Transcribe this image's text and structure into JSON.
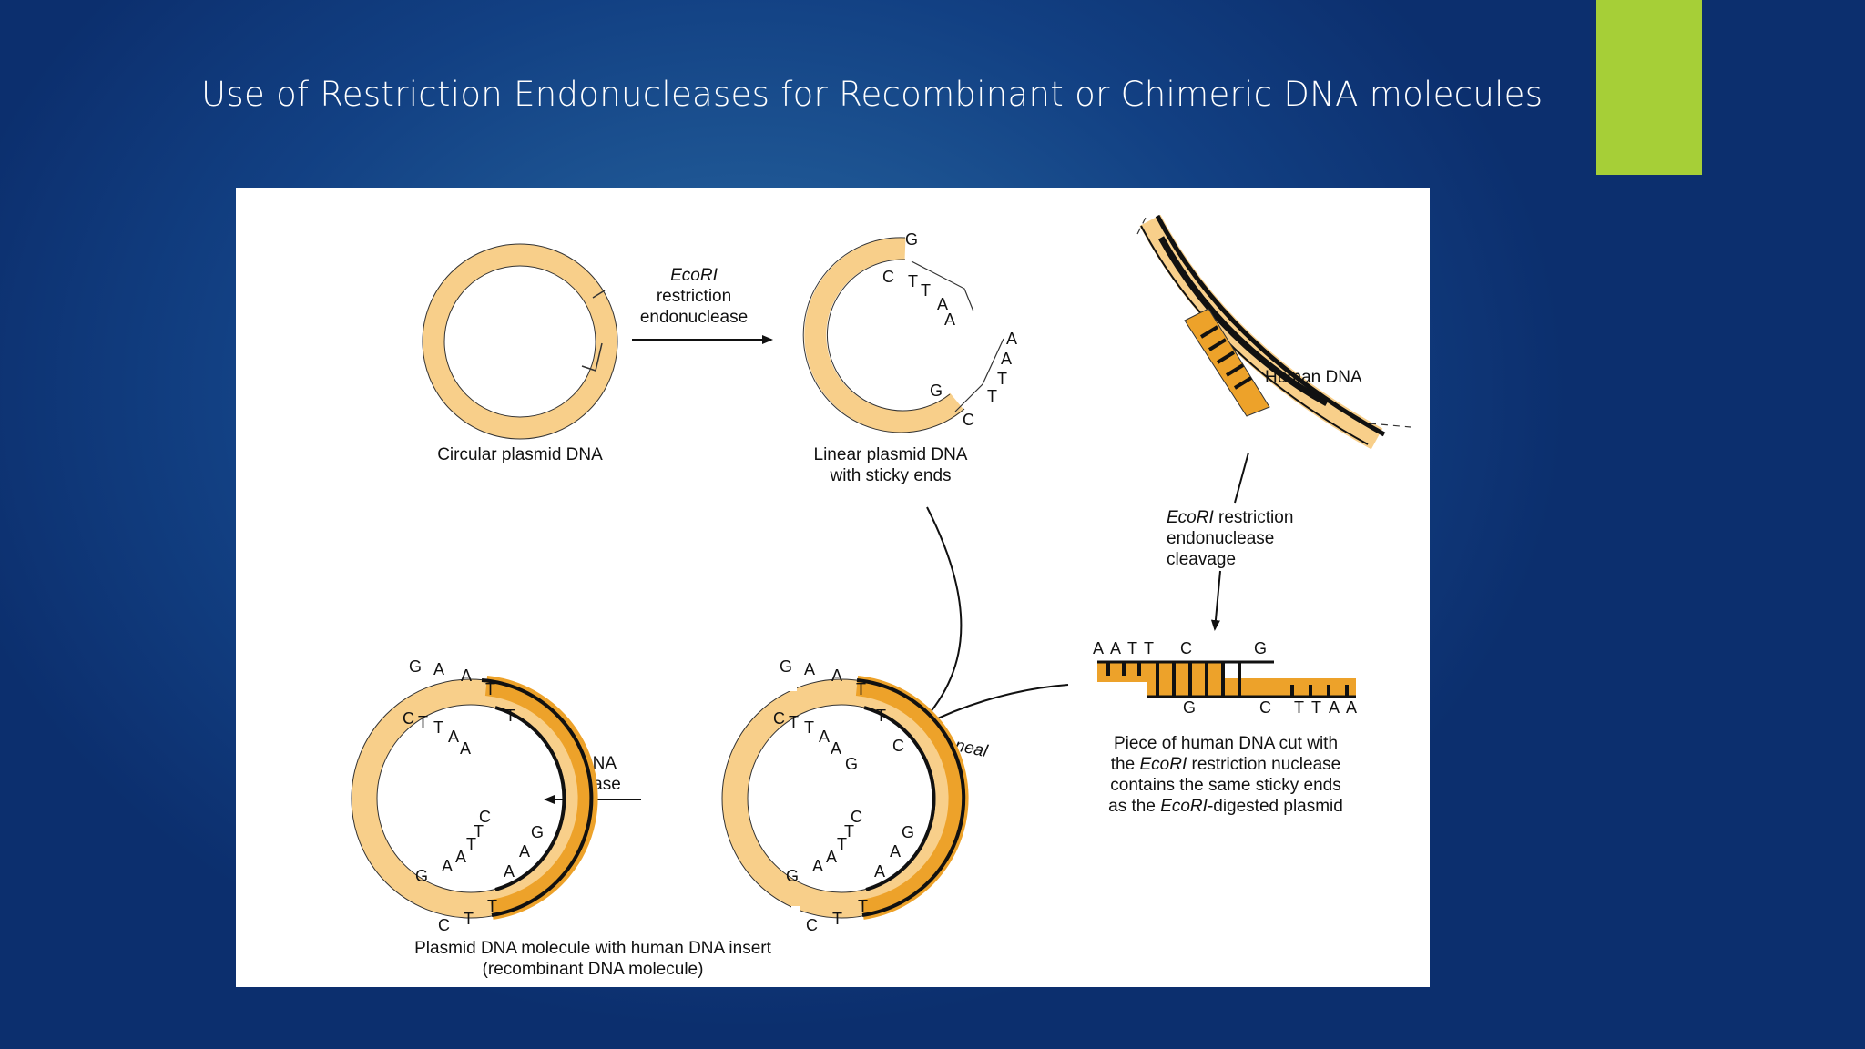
{
  "title": "Use of Restriction Endonucleases for Recombinant or Chimeric DNA molecules",
  "colors": {
    "accent": "#a6cf37",
    "strand_light": "#f8cf8a",
    "strand_dark": "#eda22a",
    "ink": "#111111"
  },
  "labels": {
    "circular": "Circular plasmid DNA",
    "ecori1_a": "EcoRI",
    "ecori1_b": "restriction",
    "ecori1_c": "endonuclease",
    "linear_a": "Linear plasmid DNA",
    "linear_b": "with sticky ends",
    "human": "Human DNA",
    "cleave_a": "EcoRI",
    "cleave_a2": " restriction",
    "cleave_b": "endonuclease",
    "cleave_c": "cleavage",
    "piece_1a": "Piece of human DNA cut with",
    "piece_2a": "the ",
    "piece_2b": "EcoRI",
    "piece_2c": " restriction nuclease",
    "piece_3": "contains the same sticky ends",
    "piece_4a": "as the ",
    "piece_4b": "EcoRI",
    "piece_4c": "-digested plasmid",
    "anneal": "Anneal",
    "ligase_a": "DNA",
    "ligase_b": "ligase",
    "final_a": "Plasmid DNA molecule with human DNA insert",
    "final_b": "(recombinant DNA molecule)"
  },
  "bases": {
    "lin_top": [
      "G",
      "C",
      "T",
      "T",
      "A",
      "A"
    ],
    "lin_bot": [
      "A",
      "A",
      "T",
      "T",
      "G",
      "C"
    ],
    "frag_top": [
      "A",
      "A",
      "T",
      "T",
      "C",
      "G"
    ],
    "frag_bot": [
      "G",
      "C",
      "T",
      "T",
      "A",
      "A"
    ],
    "ring_outer_top": [
      "G",
      "A",
      "A",
      "T",
      "T"
    ],
    "ring_inner_top": [
      "C",
      "T",
      "T",
      "A",
      "A"
    ],
    "ring_mid_c": "C",
    "ring_mid_g": "G",
    "ring_low_a": [
      "A",
      "A"
    ],
    "ring_low_t": [
      "T",
      "T",
      "A",
      "A",
      "G"
    ],
    "ring_bot": [
      "C",
      "T",
      "T"
    ]
  }
}
